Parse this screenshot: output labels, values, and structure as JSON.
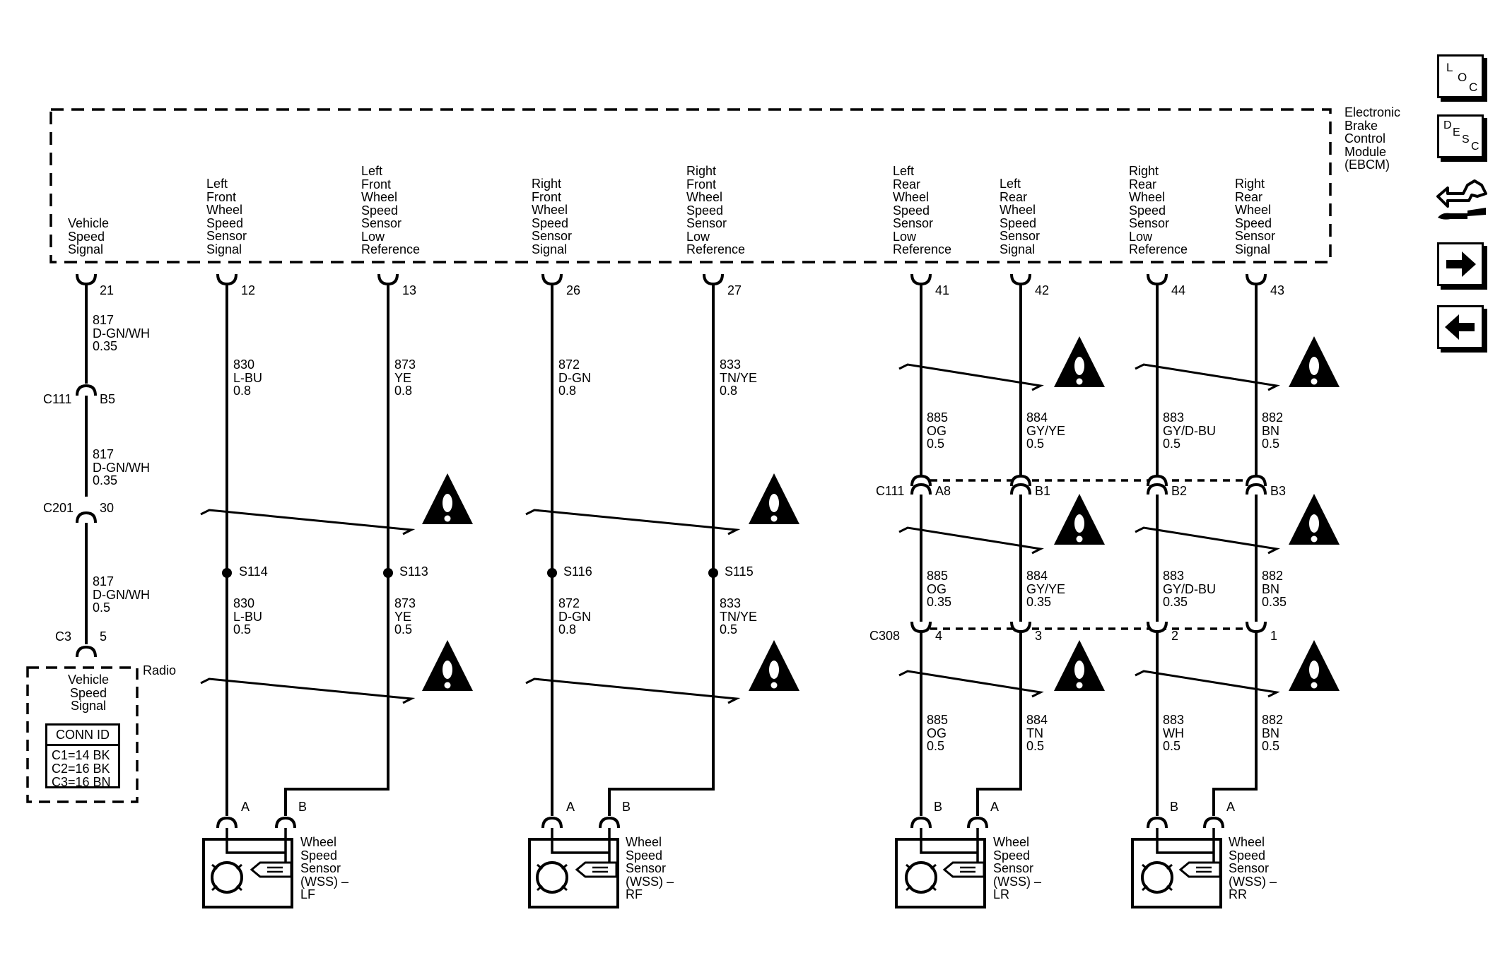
{
  "module": {
    "name": "Electronic\nBrake\nControl\nModule\n(EBCM)"
  },
  "ebcm_pins": [
    {
      "label": "Vehicle\nSpeed\nSignal",
      "pin": "21"
    },
    {
      "label": "Left\nFront\nWheel\nSpeed\nSensor\nSignal",
      "pin": "12"
    },
    {
      "label": "Left\nFront\nWheel\nSpeed\nSensor\nLow\nReference",
      "pin": "13"
    },
    {
      "label": "Right\nFront\nWheel\nSpeed\nSensor\nSignal",
      "pin": "26"
    },
    {
      "label": "Right\nFront\nWheel\nSpeed\nSensor\nLow\nReference",
      "pin": "27"
    },
    {
      "label": "Left\nRear\nWheel\nSpeed\nSensor\nLow\nReference",
      "pin": "41"
    },
    {
      "label": "Left\nRear\nWheel\nSpeed\nSensor\nSignal",
      "pin": "42"
    },
    {
      "label": "Right\nRear\nWheel\nSpeed\nSensor\nLow\nReference",
      "pin": "44"
    },
    {
      "label": "Right\nRear\nWheel\nSpeed\nSensor\nSignal",
      "pin": "43"
    }
  ],
  "wires": {
    "vss_1": "817\nD-GN/WH\n0.35",
    "vss_2": "817\nD-GN/WH\n0.35",
    "vss_3": "817\nD-GN/WH\n0.5",
    "lf_sig_1": "830\nL-BU\n0.8",
    "lf_sig_2": "830\nL-BU\n0.5",
    "lf_low_1": "873\nYE\n0.8",
    "lf_low_2": "873\nYE\n0.5",
    "rf_sig_1": "872\nD-GN\n0.8",
    "rf_sig_2": "872\nD-GN\n0.8",
    "rf_low_1": "833\nTN/YE\n0.8",
    "rf_low_2": "833\nTN/YE\n0.5",
    "lr_low_1": "885\nOG\n0.5",
    "lr_low_2": "885\nOG\n0.35",
    "lr_low_3": "885\nOG\n0.5",
    "lr_sig_1": "884\nGY/YE\n0.5",
    "lr_sig_2": "884\nGY/YE\n0.35",
    "lr_sig_3": "884\nTN\n0.5",
    "rr_low_1": "883\nGY/D-BU\n0.5",
    "rr_low_2": "883\nGY/D-BU\n0.35",
    "rr_low_3": "883\nWH\n0.5",
    "rr_sig_1": "882\nBN\n0.5",
    "rr_sig_2": "882\nBN\n0.35",
    "rr_sig_3": "882\nBN\n0.5"
  },
  "connectors": {
    "c111_left": "C111",
    "c111_left_pin": "B5",
    "c201": "C201",
    "c201_pin": "30",
    "c3": "C3",
    "c3_pin": "5",
    "c111_right": "C111",
    "c111_pins": [
      "A8",
      "B1",
      "B2",
      "B3"
    ],
    "c308": "C308",
    "c308_pins": [
      "4",
      "3",
      "2",
      "1"
    ]
  },
  "splices": [
    "S114",
    "S113",
    "S116",
    "S115"
  ],
  "radio": {
    "name": "Radio",
    "label": "Vehicle\nSpeed\nSignal",
    "conn_id_header": "CONN ID",
    "conn_ids": "C1=14 BK\nC2=16 BK\nC3=16 BN"
  },
  "sensors": [
    {
      "name": "Wheel\nSpeed\nSensor\n(WSS) –\nLF",
      "pin_left": "A",
      "pin_right": "B"
    },
    {
      "name": "Wheel\nSpeed\nSensor\n(WSS) –\nRF",
      "pin_left": "A",
      "pin_right": "B"
    },
    {
      "name": "Wheel\nSpeed\nSensor\n(WSS) –\nLR",
      "pin_left": "B",
      "pin_right": "A"
    },
    {
      "name": "Wheel\nSpeed\nSensor\n(WSS) –\nRR",
      "pin_left": "B",
      "pin_right": "A"
    }
  ],
  "nav": {
    "loc": [
      "L",
      "O",
      "C"
    ],
    "desc": [
      "D",
      "E",
      "S",
      "C"
    ]
  }
}
